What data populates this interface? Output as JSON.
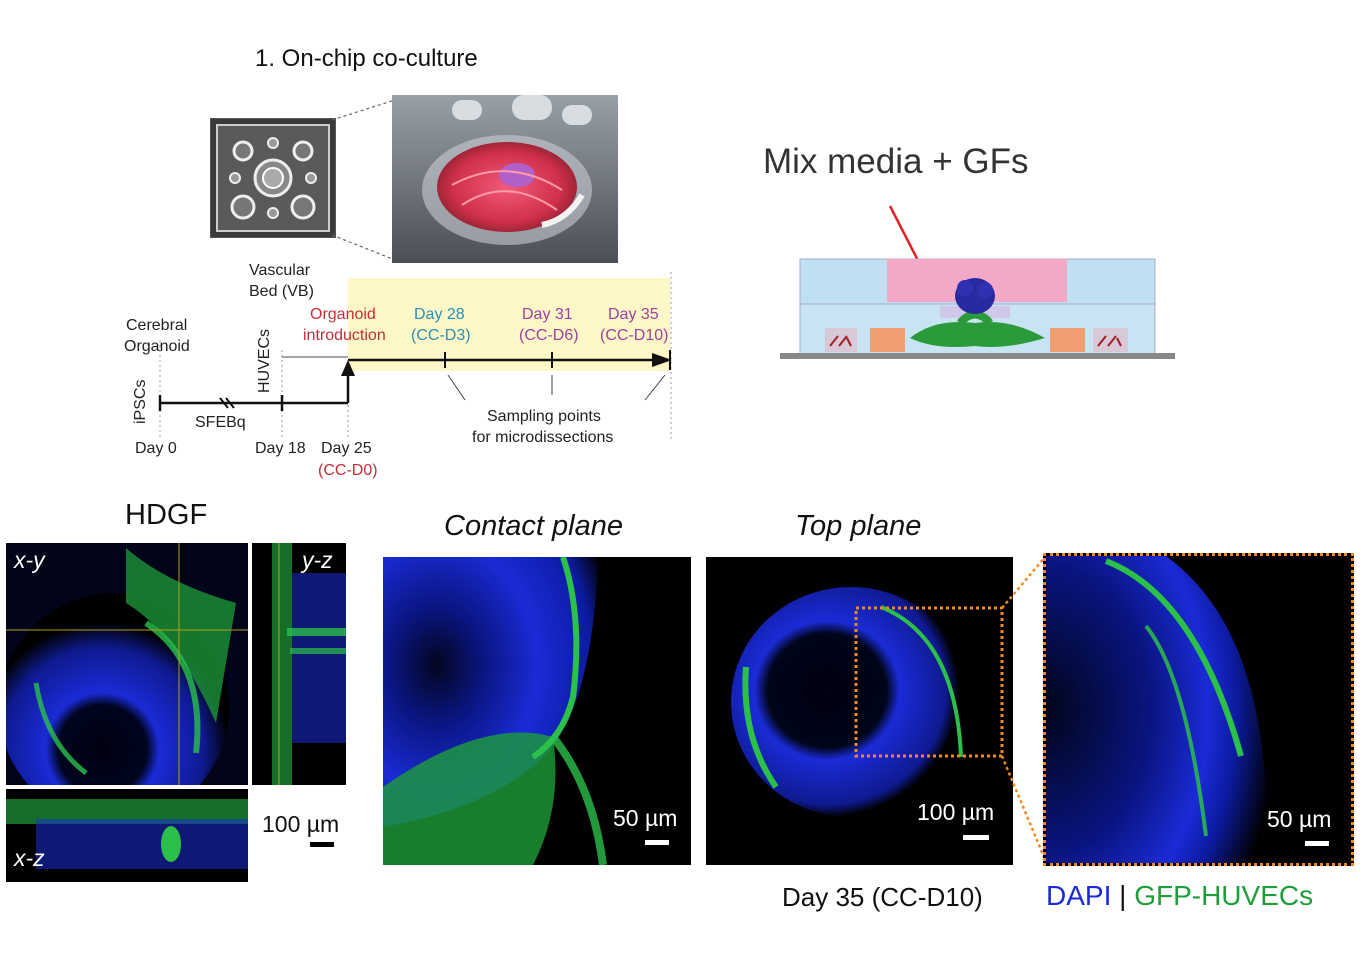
{
  "title": "1. On-chip co-culture",
  "schematic_title": "Mix media + GFs",
  "timeline": {
    "vascular_bed": [
      "Vascular",
      "Bed (VB)"
    ],
    "cerebral_organoid": [
      "Cerebral",
      "Organoid"
    ],
    "ipscs": "iPSCs",
    "huvecs": "HUVECs",
    "sfebq": "SFEBq",
    "day0": "Day 0",
    "day18": "Day 18",
    "day25": "Day 25",
    "day25_sub": "(CC-D0)",
    "organoid_intro": [
      "Organoid",
      "introduction"
    ],
    "day28": [
      "Day 28",
      "(CC-D3)"
    ],
    "day31": [
      "Day 31",
      "(CC-D6)"
    ],
    "day35": [
      "Day 35",
      "(CC-D10)"
    ],
    "sampling": [
      "Sampling points",
      "for microdissections"
    ]
  },
  "micro": {
    "hdgf": "HDGF",
    "xy": "x-y",
    "yz": "y-z",
    "xz": "x-z",
    "scale_100_left": "100 µm",
    "contact_plane": "Contact plane",
    "top_plane": "Top plane",
    "scale_50_contact": "50 µm",
    "scale_100_top": "100 µm",
    "scale_50_zoom": "50 µm",
    "day35_caption": "Day 35 (CC-D10)",
    "legend_dapi": "DAPI",
    "legend_sep": "|",
    "legend_gfp": "GFP-HUVECs"
  },
  "colors": {
    "red_text": "#c0303a",
    "blue_text": "#2a8fb8",
    "purple_text": "#a040a0",
    "timeline_highlight": "#fdf7c8",
    "dapi": "#1a2bd6",
    "gfp": "#1e9e3a",
    "zoom_box": "#f08a1e"
  }
}
